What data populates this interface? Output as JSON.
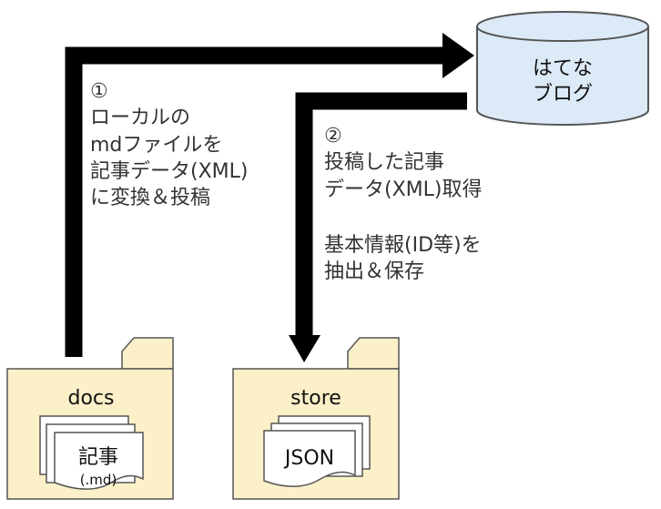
{
  "blog": {
    "line1": "はてな",
    "line2": "ブログ"
  },
  "step1": {
    "number": "①",
    "lines": [
      "ローカルの",
      "mdファイルを",
      "記事データ(XML)",
      "に変換＆投稿"
    ]
  },
  "step2": {
    "number": "②",
    "lines": [
      "投稿した記事",
      "データ(XML)取得",
      "",
      "基本情報(ID等)を",
      "抽出＆保存"
    ]
  },
  "docs_folder": {
    "title": "docs",
    "doc_main": "記事",
    "doc_sub": "(.md)"
  },
  "store_folder": {
    "title": "store",
    "doc_main": "JSON"
  },
  "colors": {
    "folder_fill": "#fbf0c8",
    "folder_stroke": "#555555",
    "db_fill": "#dce9f7",
    "arrow": "#000000"
  }
}
